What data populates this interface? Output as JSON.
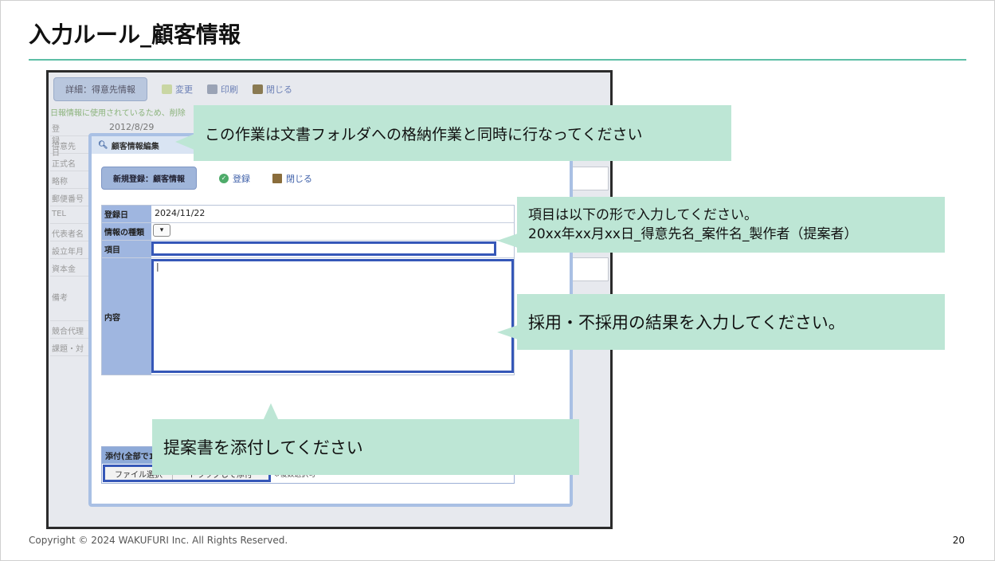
{
  "slide": {
    "title": "入力ルール_顧客情報",
    "copyright": "Copyright © 2024 WAKUFURI Inc. All Rights Reserved.",
    "page_number": "20"
  },
  "bg_window": {
    "detail_tab": "詳細：得意先情報",
    "change": "変更",
    "print": "印刷",
    "close": "閉じる",
    "notice": "日報情報に使用されているため、削除",
    "rows": [
      {
        "label": "登録日",
        "value": "2012/8/29"
      },
      {
        "label": "得意先",
        "value": ""
      },
      {
        "label": "正式名",
        "value": ""
      },
      {
        "label": "略称",
        "value": ""
      },
      {
        "label": "郵便番号",
        "value": ""
      },
      {
        "label": "TEL",
        "value": ""
      },
      {
        "label": "代表者名",
        "value": ""
      },
      {
        "label": "設立年月",
        "value": ""
      },
      {
        "label": "資本金",
        "value": ""
      },
      {
        "label": "備考",
        "value": ""
      },
      {
        "label": "競合代理",
        "value": ""
      },
      {
        "label": "課題・対",
        "value": ""
      }
    ]
  },
  "dialog": {
    "title": "顧客情報編集",
    "tab": "新規登録：顧客情報",
    "register": "登録",
    "close": "閉じる",
    "fields": {
      "date_label": "登録日",
      "date_value": "2024/11/22",
      "type_label": "情報の種類",
      "type_value": "",
      "item_label": "項目",
      "item_value": "",
      "content_label": "内容",
      "content_value": "|"
    },
    "attach": {
      "header": "添付(全部で10個まで)",
      "file_select": "ファイル選択",
      "drag_attach": "ドラッグして添付",
      "note": "※複数選択可"
    }
  },
  "callouts": {
    "top": "この作業は文書フォルダへの格納作業と同時に行なってください",
    "item_line1": "項目は以下の形で入力してください。",
    "item_line2": "20xx年xx月xx日_得意先名_案件名_製作者（提案者）",
    "content": "採用・不採用の結果を入力してください。",
    "attach": "提案書を添付してください"
  }
}
